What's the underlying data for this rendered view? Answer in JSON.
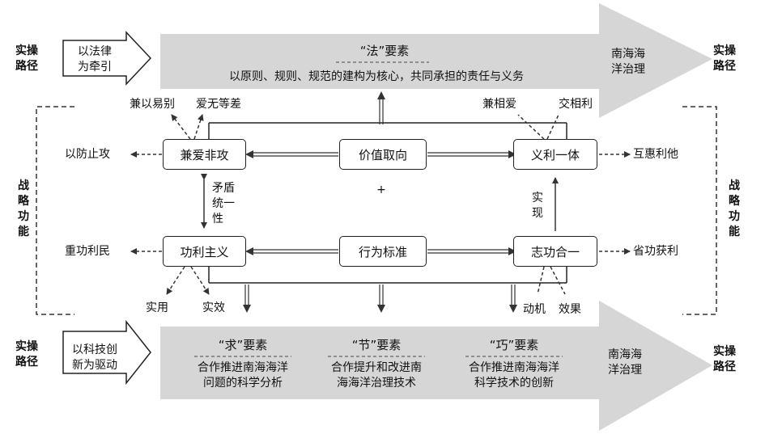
{
  "top_banner": {
    "left_label": "实操\n路径",
    "left_arrow_text": "以法律\n为牵引",
    "element_title": "“法”要素",
    "element_desc": "以原则、规则、规范的建构为核心，共同承担的责任与义务",
    "goal": "南海海\n洋治理",
    "right_label": "实操\n路径"
  },
  "bottom_banner": {
    "left_label": "实操\n路径",
    "left_arrow_text": "以科技创\n新为驱动",
    "elements": [
      {
        "title": "“求”要素",
        "desc": "合作推进南海海洋\n问题的科学分析"
      },
      {
        "title": "“节”要素",
        "desc": "合作提升和改进南\n海海洋治理技术"
      },
      {
        "title": "“巧”要素",
        "desc": "合作推进南海海洋\n科学技术的创新"
      }
    ],
    "goal": "南海海\n洋治理",
    "right_label": "实操\n路径"
  },
  "side_labels": {
    "left": "战\n略\n功\n能",
    "right": "战\n略\n功\n能"
  },
  "nodes": {
    "jian_ai": "兼爱非攻",
    "value": "价值取向",
    "yi_li": "义利一体",
    "gong_li": "功利主义",
    "behavior": "行为标准",
    "zhi_gong": "志功合一",
    "plus": "+"
  },
  "annotations": {
    "jian_yi": "兼以易别",
    "ai_wu": "爱无等差",
    "jian_xiang": "兼相爱",
    "jiao_xiang": "交相利",
    "fang_zhi": "以防止攻",
    "hu_hui": "互惠利他",
    "zhong_gong": "重功利民",
    "sheng_gong": "省功获利",
    "mao_dun": "矛盾\n统一\n性",
    "shi_xian": "实\n现",
    "shi_yong": "实用",
    "shi_xiao": "实效",
    "dong_ji": "动机",
    "xiao_guo": "效果"
  }
}
